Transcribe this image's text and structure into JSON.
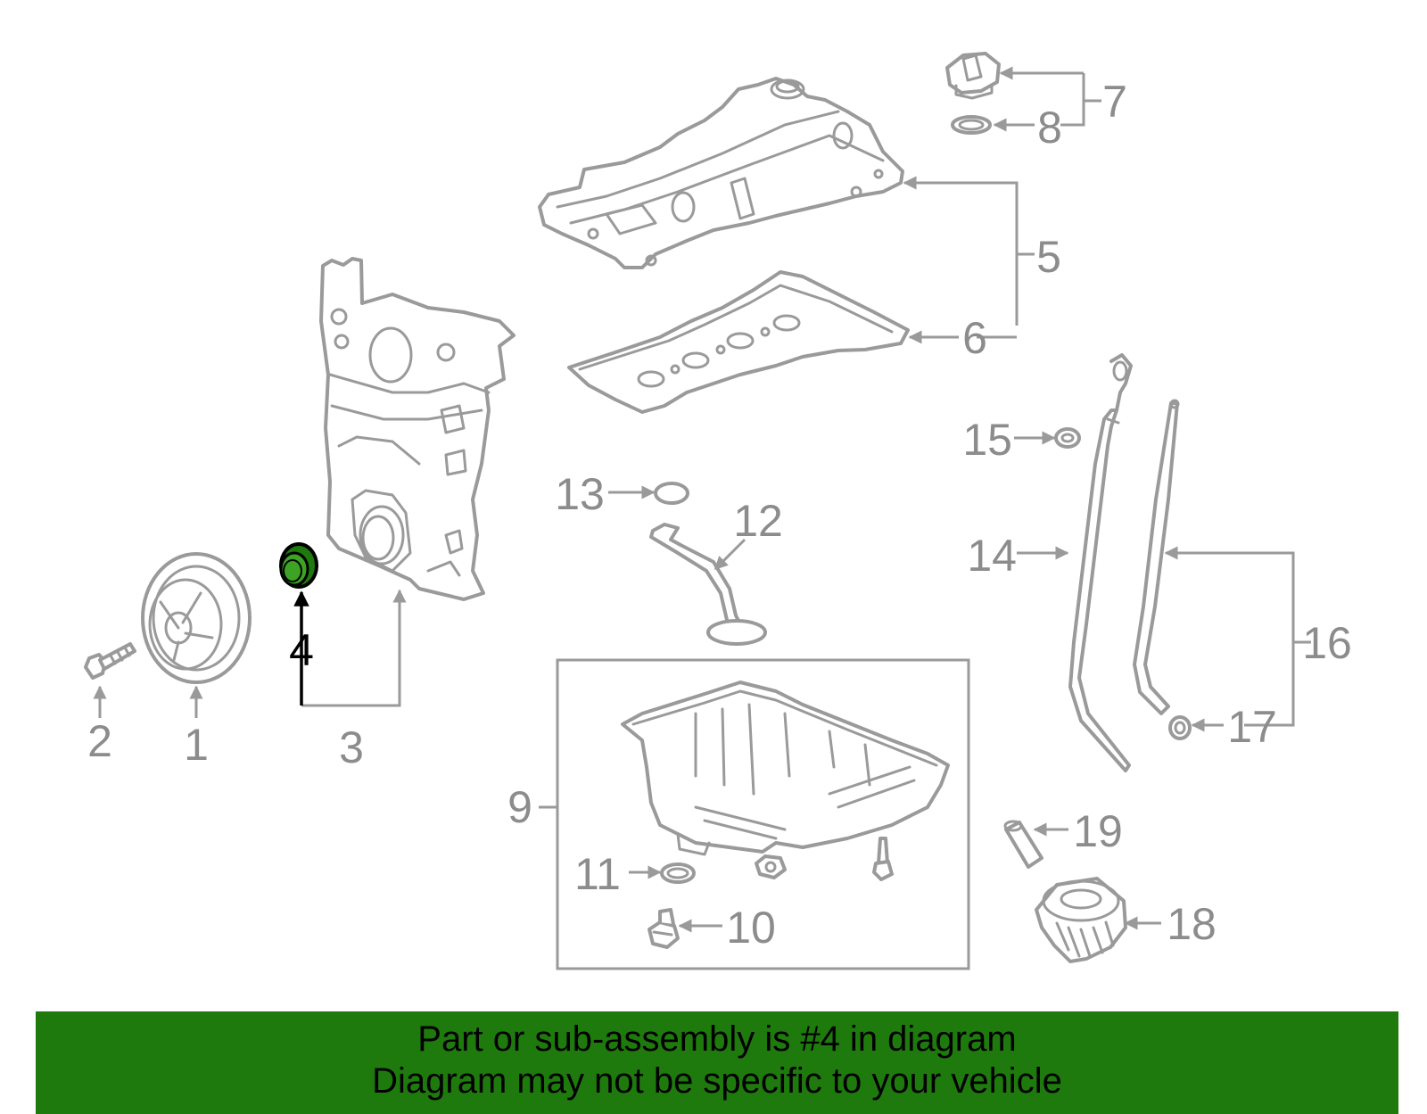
{
  "diagram": {
    "highlighted_part": "4",
    "highlight_color": "#1f7a0e",
    "line_color": "#9a9a9a",
    "callouts": {
      "c1": "1",
      "c2": "2",
      "c3": "3",
      "c4": "4",
      "c5": "5",
      "c6": "6",
      "c7": "7",
      "c8": "8",
      "c9": "9",
      "c10": "10",
      "c11": "11",
      "c12": "12",
      "c13": "13",
      "c14": "14",
      "c15": "15",
      "c16": "16",
      "c17": "17",
      "c18": "18",
      "c19": "19"
    }
  },
  "banner": {
    "line1": "Part or sub-assembly is #4 in diagram",
    "line2": "Diagram may not be specific to your vehicle",
    "background": "#1f7a0e"
  }
}
